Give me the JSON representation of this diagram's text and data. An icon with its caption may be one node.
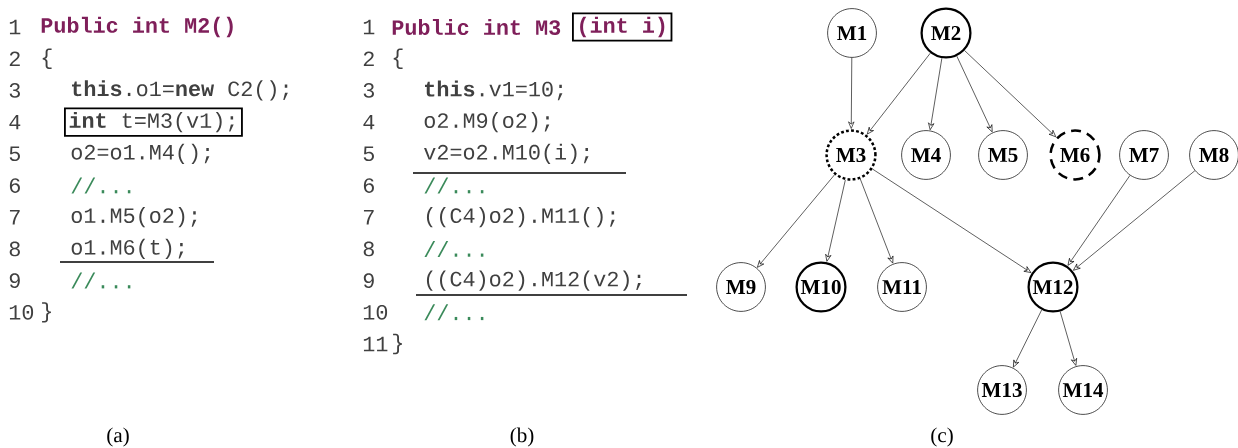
{
  "diagram": {
    "nodes": [
      {
        "text": [
          "**int** t=M3(v1);"
        ]
      },
      {
        "text": [
          "(int i)"
        ]
      },
      {
        "text": [
          "M1"
        ]
      },
      {
        "text": [
          "M2"
        ]
      },
      {
        "text": [
          "M3"
        ]
      },
      {
        "text": [
          "M4"
        ]
      },
      {
        "text": [
          "M5"
        ]
      },
      {
        "text": [
          "M6"
        ]
      },
      {
        "text": [
          "M7"
        ]
      },
      {
        "text": [
          "M8"
        ]
      },
      {
        "text": [
          "M9"
        ]
      },
      {
        "text": [
          "M10"
        ]
      },
      {
        "text": [
          "M11"
        ]
      },
      {
        "text": [
          "M12"
        ]
      },
      {
        "text": [
          "M13"
        ]
      },
      {
        "text": [
          "M14"
        ]
      }
    ],
    "edges": [
      {
        "from": 2,
        "to": 4,
        "arrow": "to"
      },
      {
        "from": 3,
        "to": 4,
        "arrow": "to"
      },
      {
        "from": 3,
        "to": 5,
        "arrow": "to"
      },
      {
        "from": 3,
        "to": 6,
        "arrow": "to"
      },
      {
        "from": 3,
        "to": 7,
        "arrow": "to"
      },
      {
        "from": 4,
        "to": 10,
        "arrow": "to"
      },
      {
        "from": 4,
        "to": 11,
        "arrow": "to"
      },
      {
        "from": 4,
        "to": 12,
        "arrow": "to"
      },
      {
        "from": 4,
        "to": 13,
        "arrow": "to"
      },
      {
        "from": 8,
        "to": 13,
        "arrow": "to"
      },
      {
        "from": 9,
        "to": 13,
        "arrow": "to"
      },
      {
        "from": 13,
        "to": 14,
        "arrow": "to"
      },
      {
        "from": 13,
        "to": 15,
        "arrow": "to"
      }
    ],
    "labels": [
      "1",
      "Public int M2()",
      "2",
      "{",
      "3",
      "**this**.o1=**new** C2();",
      "4",
      "5",
      "o2=o1.M4();",
      "6",
      "//...",
      "7",
      "o1.M5(o2);",
      "8",
      "o1.M6(t);",
      "9",
      "//...",
      "10",
      "}",
      "1",
      "Public int M3",
      "2",
      "{",
      "3",
      "**this**.v1=10;",
      "4",
      "o2.M9(o2);",
      "5",
      "v2=o2.M10(i);",
      "6",
      "//...",
      "7",
      "((C4)o2).M11();",
      "8",
      "//...",
      "9",
      "((C4)o2).M12(v2);",
      "10",
      "//...",
      "11",
      "}",
      "(a)",
      "(b)",
      "(c)"
    ]
  }
}
